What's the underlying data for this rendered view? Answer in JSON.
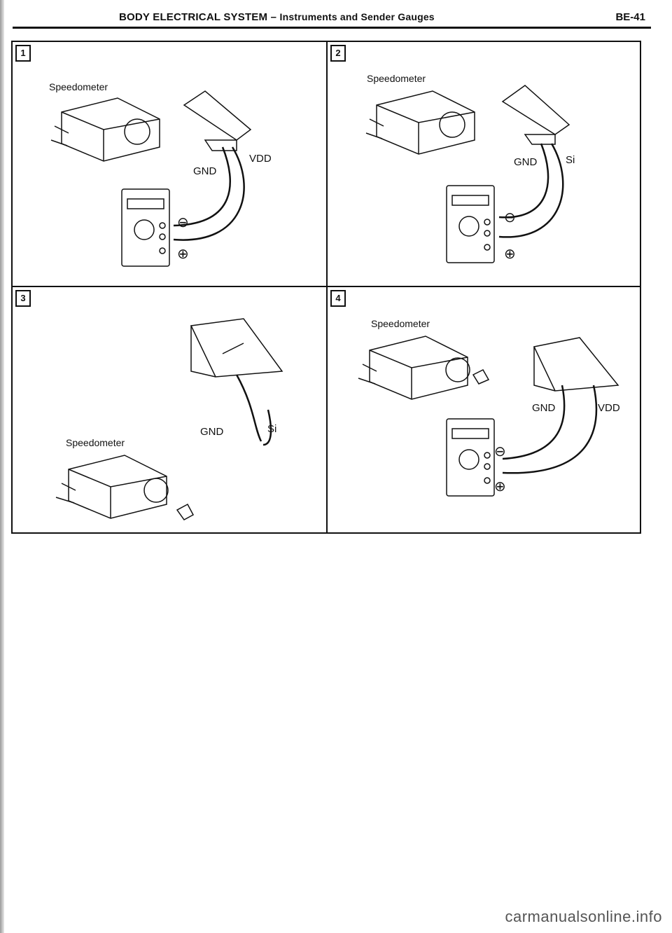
{
  "header": {
    "title": "BODY ELECTRICAL SYSTEM",
    "separator": "–",
    "subtitle": "Instruments and Sender Gauges",
    "page": "BE-41"
  },
  "panels": [
    {
      "step": "1",
      "speedometer_label": "Speedometer",
      "gnd_label": "GND",
      "terminal_label": "VDD",
      "minus": "⊖",
      "plus": "⊕"
    },
    {
      "step": "2",
      "speedometer_label": "Speedometer",
      "gnd_label": "GND",
      "terminal_label": "Si",
      "minus": "⊖",
      "plus": "⊕"
    },
    {
      "step": "3",
      "speedometer_label": "Speedometer",
      "gnd_label": "GND",
      "terminal_label": "Si"
    },
    {
      "step": "4",
      "speedometer_label": "Speedometer",
      "gnd_label": "GND",
      "terminal_label": "VDD",
      "minus": "⊖",
      "plus": "⊕"
    }
  ],
  "watermark": "carmanualsonline.info"
}
